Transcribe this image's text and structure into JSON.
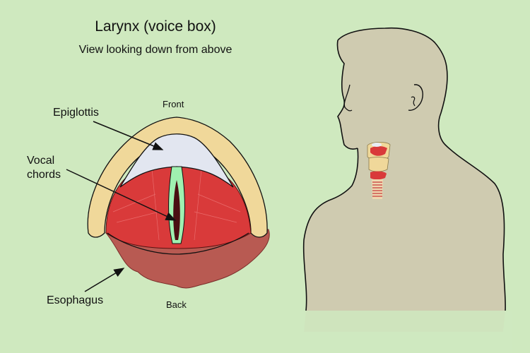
{
  "diagram": {
    "title": "Larynx (voice box)",
    "subtitle": "View looking down from above",
    "orientation": {
      "front": "Front",
      "back": "Back"
    },
    "labels": {
      "epiglottis": "Epiglottis",
      "vocal_chords_line1": "Vocal",
      "vocal_chords_line2": "chords",
      "esophagus": "Esophagus"
    },
    "colors": {
      "background": "#cfe9bf",
      "cartilage": "#f0d89a",
      "epiglottis": "#e2e6f0",
      "muscle": "#d93a3a",
      "esophagus": "#b85a52",
      "vocal_chords": "#9ff0b0",
      "glottis": "#4a0d12",
      "body_silhouette": "#cfcbb0",
      "outline": "#111111"
    }
  }
}
